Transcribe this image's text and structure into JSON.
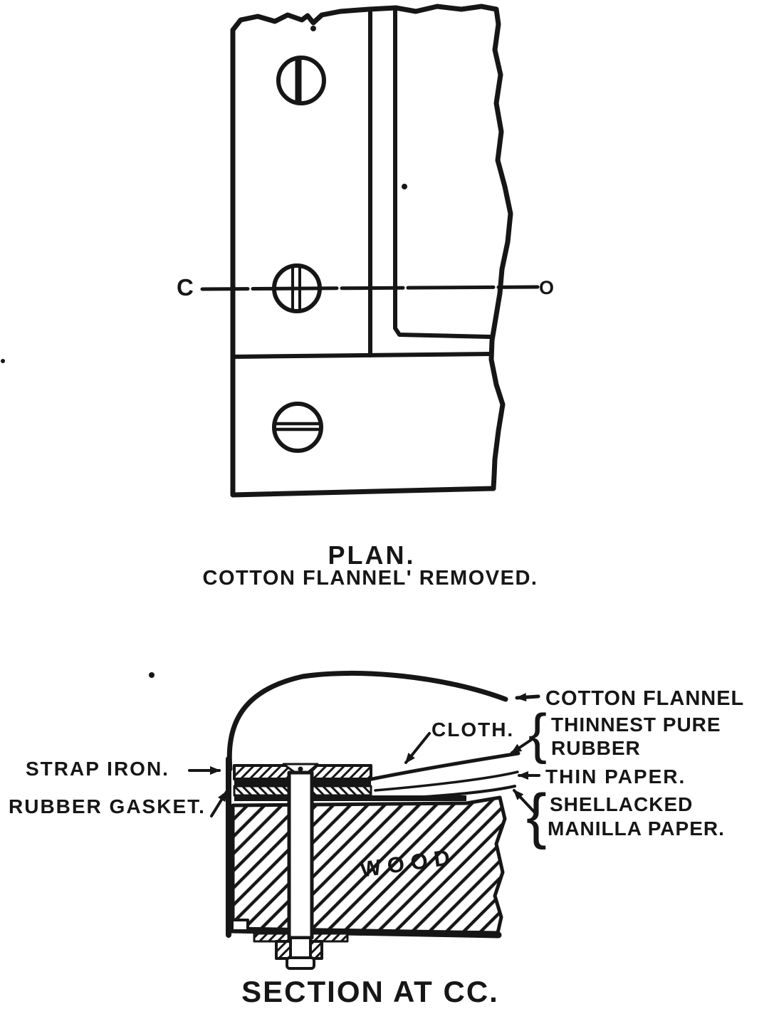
{
  "page": {
    "background_color": "#ffffff",
    "ink_color": "#161616"
  },
  "plan": {
    "marker_left": "C",
    "marker_right": "O",
    "caption": "PLAN.",
    "subcaption": "COTTON FLANNEL' REMOVED."
  },
  "section": {
    "caption": "SECTION AT CC.",
    "brace": "{",
    "labels": {
      "cotton_flannel": "COTTON FLANNEL",
      "thinnest_pure_1": "THINNEST PURE",
      "thinnest_pure_2": "RUBBER",
      "cloth": "CLOTH.",
      "thin_paper": "THIN PAPER.",
      "shellacked_1": "SHELLACKED",
      "shellacked_2": "MANILLA PAPER.",
      "strap_iron": "STRAP IRON.",
      "rubber_gasket": "RUBBER GASKET.",
      "wood": "WOOD"
    }
  }
}
